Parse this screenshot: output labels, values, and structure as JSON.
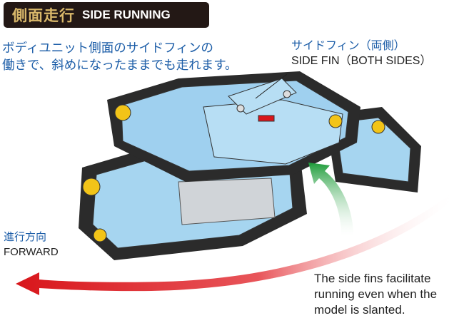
{
  "header": {
    "title_jp": "側面走行",
    "title_en": "SIDE RUNNING"
  },
  "description_jp": [
    "ボディユニット側面のサイドフィンの",
    "働きで、斜めになったままでも走れます。"
  ],
  "side_fin_label": {
    "jp": "サイドフィン（両側）",
    "en": "SIDE FIN（BOTH SIDES）"
  },
  "direction_label": {
    "jp": "進行方向",
    "en": "FORWARD"
  },
  "note": [
    "The side fins facilitate",
    "running even when the",
    "model is slanted."
  ],
  "colors": {
    "header_bg": "#231815",
    "header_gold": "#d9b86a",
    "text_blue": "#1d5ea8",
    "body_blue": "#9fd0ef",
    "track": "#2b2b2b",
    "wheel": "#f2c418",
    "arrow_red": "#d8161b",
    "arrow_green": "#1e9c3a"
  }
}
